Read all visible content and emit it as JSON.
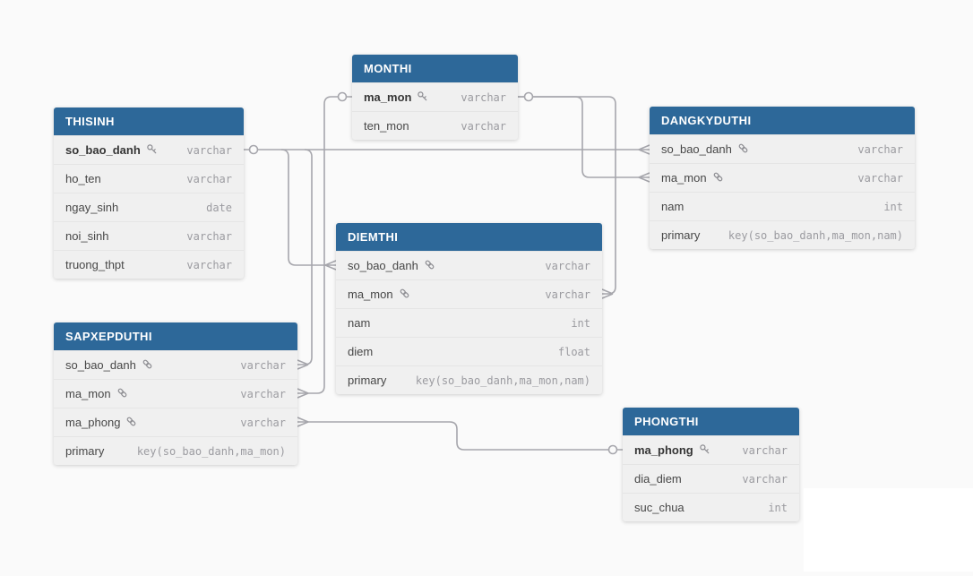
{
  "canvas": {
    "background": "#fafafa"
  },
  "colors": {
    "table_header_bg": "#2d6899",
    "table_header_text": "#ffffff",
    "row_bg": "#f0f0f0",
    "field_name_text": "#474747",
    "field_type_text": "#9b9ba0",
    "relationship_line": "#a6a6ac",
    "key_icon": "#8d8d92",
    "overlay_panel_bg": "#ffffff"
  },
  "tables": [
    {
      "name": "THISINH",
      "fields": [
        {
          "name": "so_bao_danh",
          "type": "varchar",
          "key": "primary",
          "icon": "key-icon"
        },
        {
          "name": "ho_ten",
          "type": "varchar",
          "key": "",
          "icon": ""
        },
        {
          "name": "ngay_sinh",
          "type": "date",
          "key": "",
          "icon": ""
        },
        {
          "name": "noi_sinh",
          "type": "varchar",
          "key": "",
          "icon": ""
        },
        {
          "name": "truong_thpt",
          "type": "varchar",
          "key": "",
          "icon": ""
        }
      ]
    },
    {
      "name": "MONTHI",
      "fields": [
        {
          "name": "ma_mon",
          "type": "varchar",
          "key": "primary",
          "icon": "key-icon"
        },
        {
          "name": "ten_mon",
          "type": "varchar",
          "key": "",
          "icon": ""
        }
      ]
    },
    {
      "name": "DANGKYDUTHI",
      "fields": [
        {
          "name": "so_bao_danh",
          "type": "varchar",
          "key": "foreign",
          "icon": "link-icon"
        },
        {
          "name": "ma_mon",
          "type": "varchar",
          "key": "foreign",
          "icon": "link-icon"
        },
        {
          "name": "nam",
          "type": "int",
          "key": "",
          "icon": ""
        },
        {
          "name": "primary",
          "type": "key(so_bao_danh,ma_mon,nam)",
          "key": "",
          "icon": ""
        }
      ]
    },
    {
      "name": "DIEMTHI",
      "fields": [
        {
          "name": "so_bao_danh",
          "type": "varchar",
          "key": "foreign",
          "icon": "link-icon"
        },
        {
          "name": "ma_mon",
          "type": "varchar",
          "key": "foreign",
          "icon": "link-icon"
        },
        {
          "name": "nam",
          "type": "int",
          "key": "",
          "icon": ""
        },
        {
          "name": "diem",
          "type": "float",
          "key": "",
          "icon": ""
        },
        {
          "name": "primary",
          "type": "key(so_bao_danh,ma_mon,nam)",
          "key": "",
          "icon": ""
        }
      ]
    },
    {
      "name": "SAPXEPDUTHI",
      "fields": [
        {
          "name": "so_bao_danh",
          "type": "varchar",
          "key": "foreign",
          "icon": "link-icon"
        },
        {
          "name": "ma_mon",
          "type": "varchar",
          "key": "foreign",
          "icon": "link-icon"
        },
        {
          "name": "ma_phong",
          "type": "varchar",
          "key": "foreign",
          "icon": "link-icon"
        },
        {
          "name": "primary",
          "type": "key(so_bao_danh,ma_mon)",
          "key": "",
          "icon": ""
        }
      ]
    },
    {
      "name": "PHONGTHI",
      "fields": [
        {
          "name": "ma_phong",
          "type": "varchar",
          "key": "primary",
          "icon": "key-icon"
        },
        {
          "name": "dia_diem",
          "type": "varchar",
          "key": "",
          "icon": ""
        },
        {
          "name": "suc_chua",
          "type": "int",
          "key": "",
          "icon": ""
        }
      ]
    }
  ],
  "relationships": [
    {
      "one": "THISINH.so_bao_danh",
      "many": "DANGKYDUTHI.so_bao_danh"
    },
    {
      "one": "THISINH.so_bao_danh",
      "many": "DIEMTHI.so_bao_danh"
    },
    {
      "one": "THISINH.so_bao_danh",
      "many": "SAPXEPDUTHI.so_bao_danh"
    },
    {
      "one": "MONTHI.ma_mon",
      "many": "SAPXEPDUTHI.ma_mon"
    },
    {
      "one": "MONTHI.ma_mon",
      "many": "DANGKYDUTHI.ma_mon"
    },
    {
      "one": "MONTHI.ma_mon",
      "many": "DIEMTHI.ma_mon"
    },
    {
      "one": "PHONGTHI.ma_phong",
      "many": "SAPXEPDUTHI.ma_phong"
    }
  ]
}
